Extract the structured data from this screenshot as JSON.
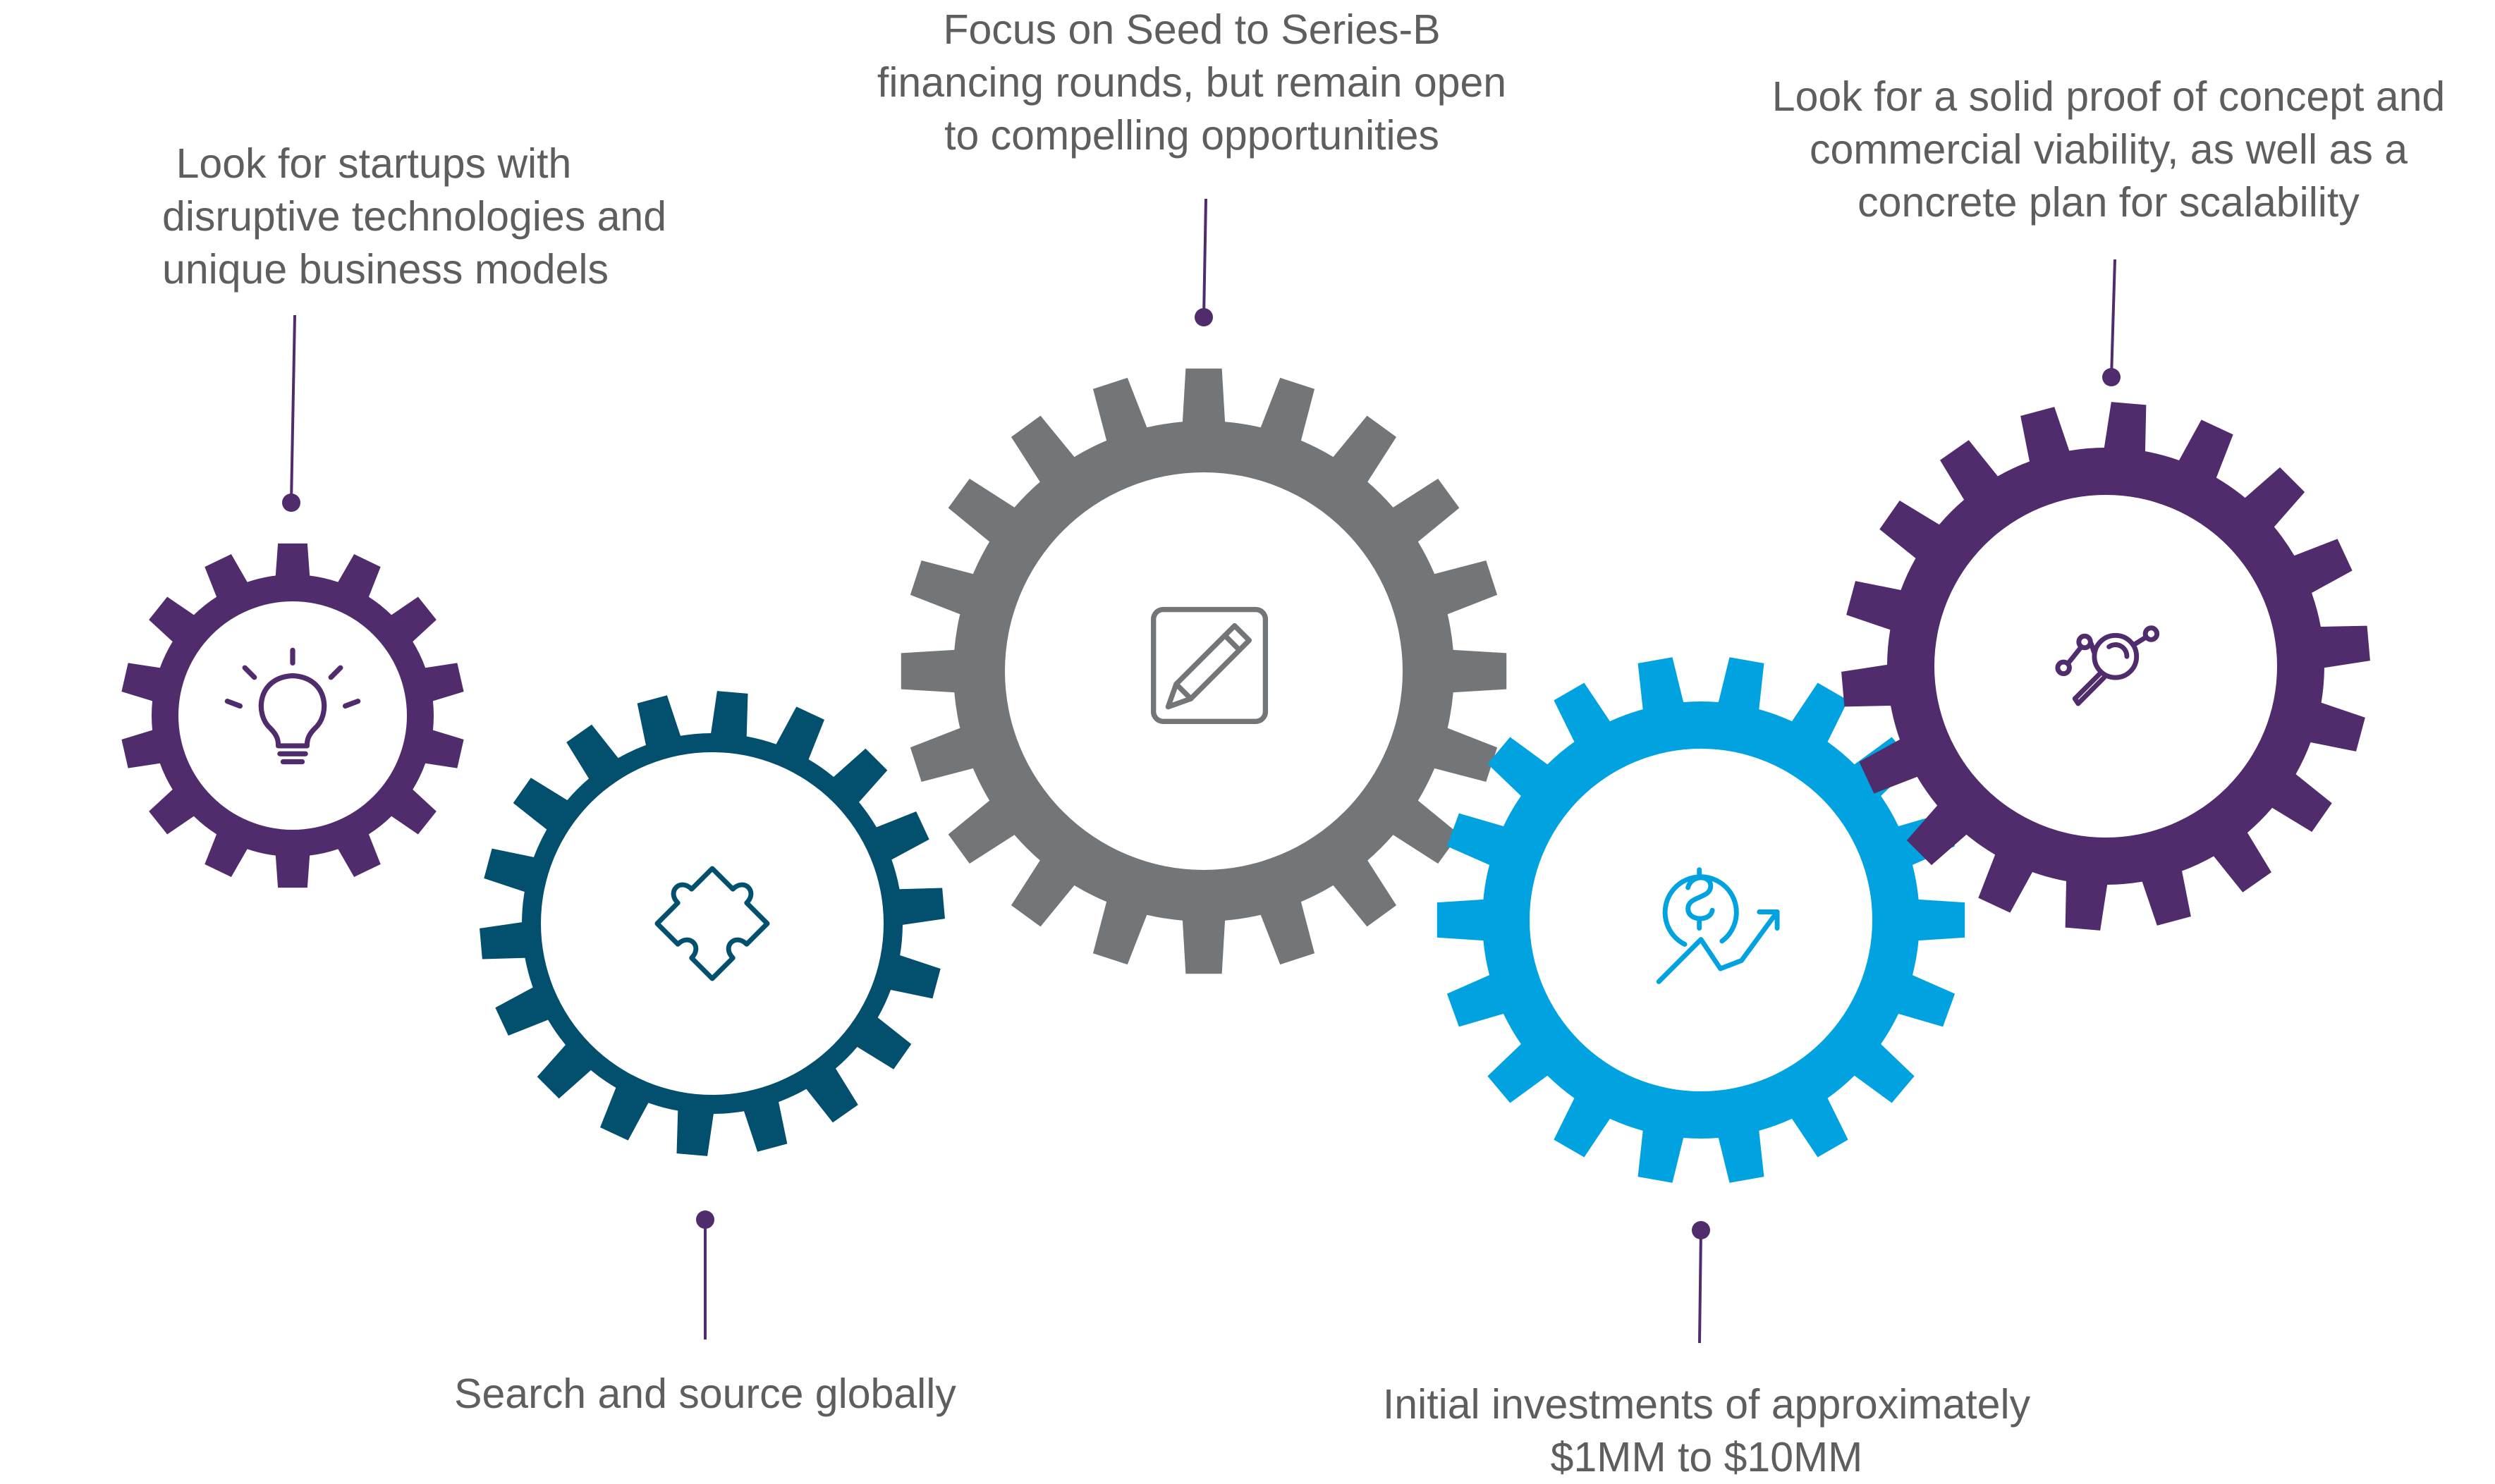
{
  "colors": {
    "purple": "#512c6c",
    "teal": "#03506e",
    "gray": "#737679",
    "blue": "#00a3e0",
    "caption_text": "#5e5e5e",
    "connector": "#512c6c"
  },
  "captions": {
    "startups": [
      "Look for startups with",
      "disruptive technologies and",
      "unique business models"
    ],
    "source": [
      "Search and source globally"
    ],
    "financing": [
      "Focus on Seed to Series-B",
      "financing rounds, but remain open",
      "to compelling opportunities"
    ],
    "investments": [
      "Initial investments of approximately",
      "$1MM to $10MM"
    ],
    "proof": [
      "Look for a solid proof of concept and",
      "commercial viability, as well as a",
      "concrete plan for scalability"
    ]
  },
  "gears": [
    {
      "id": "startups",
      "color": "purple",
      "icon": "lightbulb-icon"
    },
    {
      "id": "source",
      "color": "teal",
      "icon": "puzzle-icon"
    },
    {
      "id": "financing",
      "color": "gray",
      "icon": "pencil-square-icon"
    },
    {
      "id": "investments",
      "color": "blue",
      "icon": "dollar-growth-icon"
    },
    {
      "id": "proof",
      "color": "purple",
      "icon": "magnifier-network-icon"
    }
  ]
}
